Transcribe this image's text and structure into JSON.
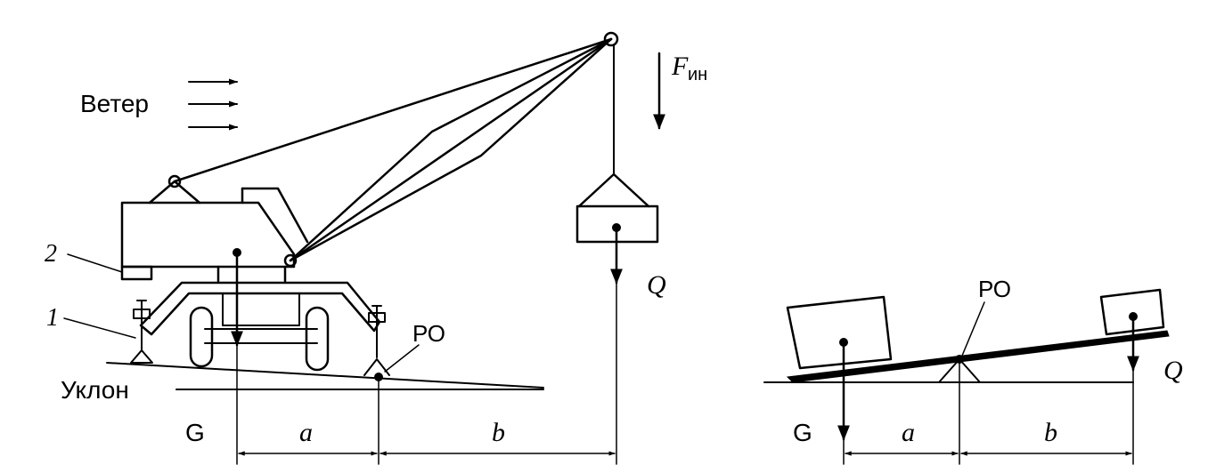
{
  "labels": {
    "wind": "Ветер",
    "slope": "Уклон",
    "part_2": "2",
    "part_1": "1",
    "pivot_left": "РО",
    "pivot_right": "РО",
    "force_inertia": "F",
    "force_inertia_sub": "ин",
    "load_q_left": "Q",
    "load_q_right": "Q",
    "weight_g_left": "G",
    "weight_g_right": "G",
    "dim_a_left": "a",
    "dim_b_left": "b",
    "dim_a_right": "a",
    "dim_b_right": "b"
  }
}
